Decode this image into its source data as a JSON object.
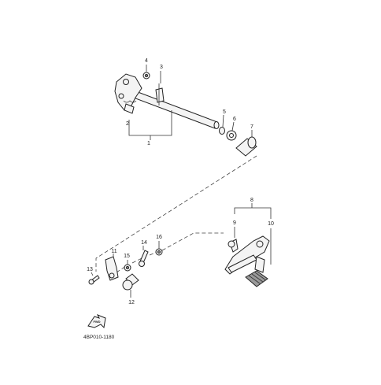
{
  "diagram": {
    "callouts": {
      "c1": "1",
      "c2": "2",
      "c3": "3",
      "c4": "4",
      "c5": "5",
      "c6": "6",
      "c7": "7",
      "c8": "8",
      "c9": "9",
      "c10": "10",
      "c11": "11",
      "c12": "12",
      "c13": "13",
      "c14": "14",
      "c15": "15",
      "c16": "16"
    },
    "arrow_label": "FWD",
    "drawing_code": "4BP010-1180"
  }
}
